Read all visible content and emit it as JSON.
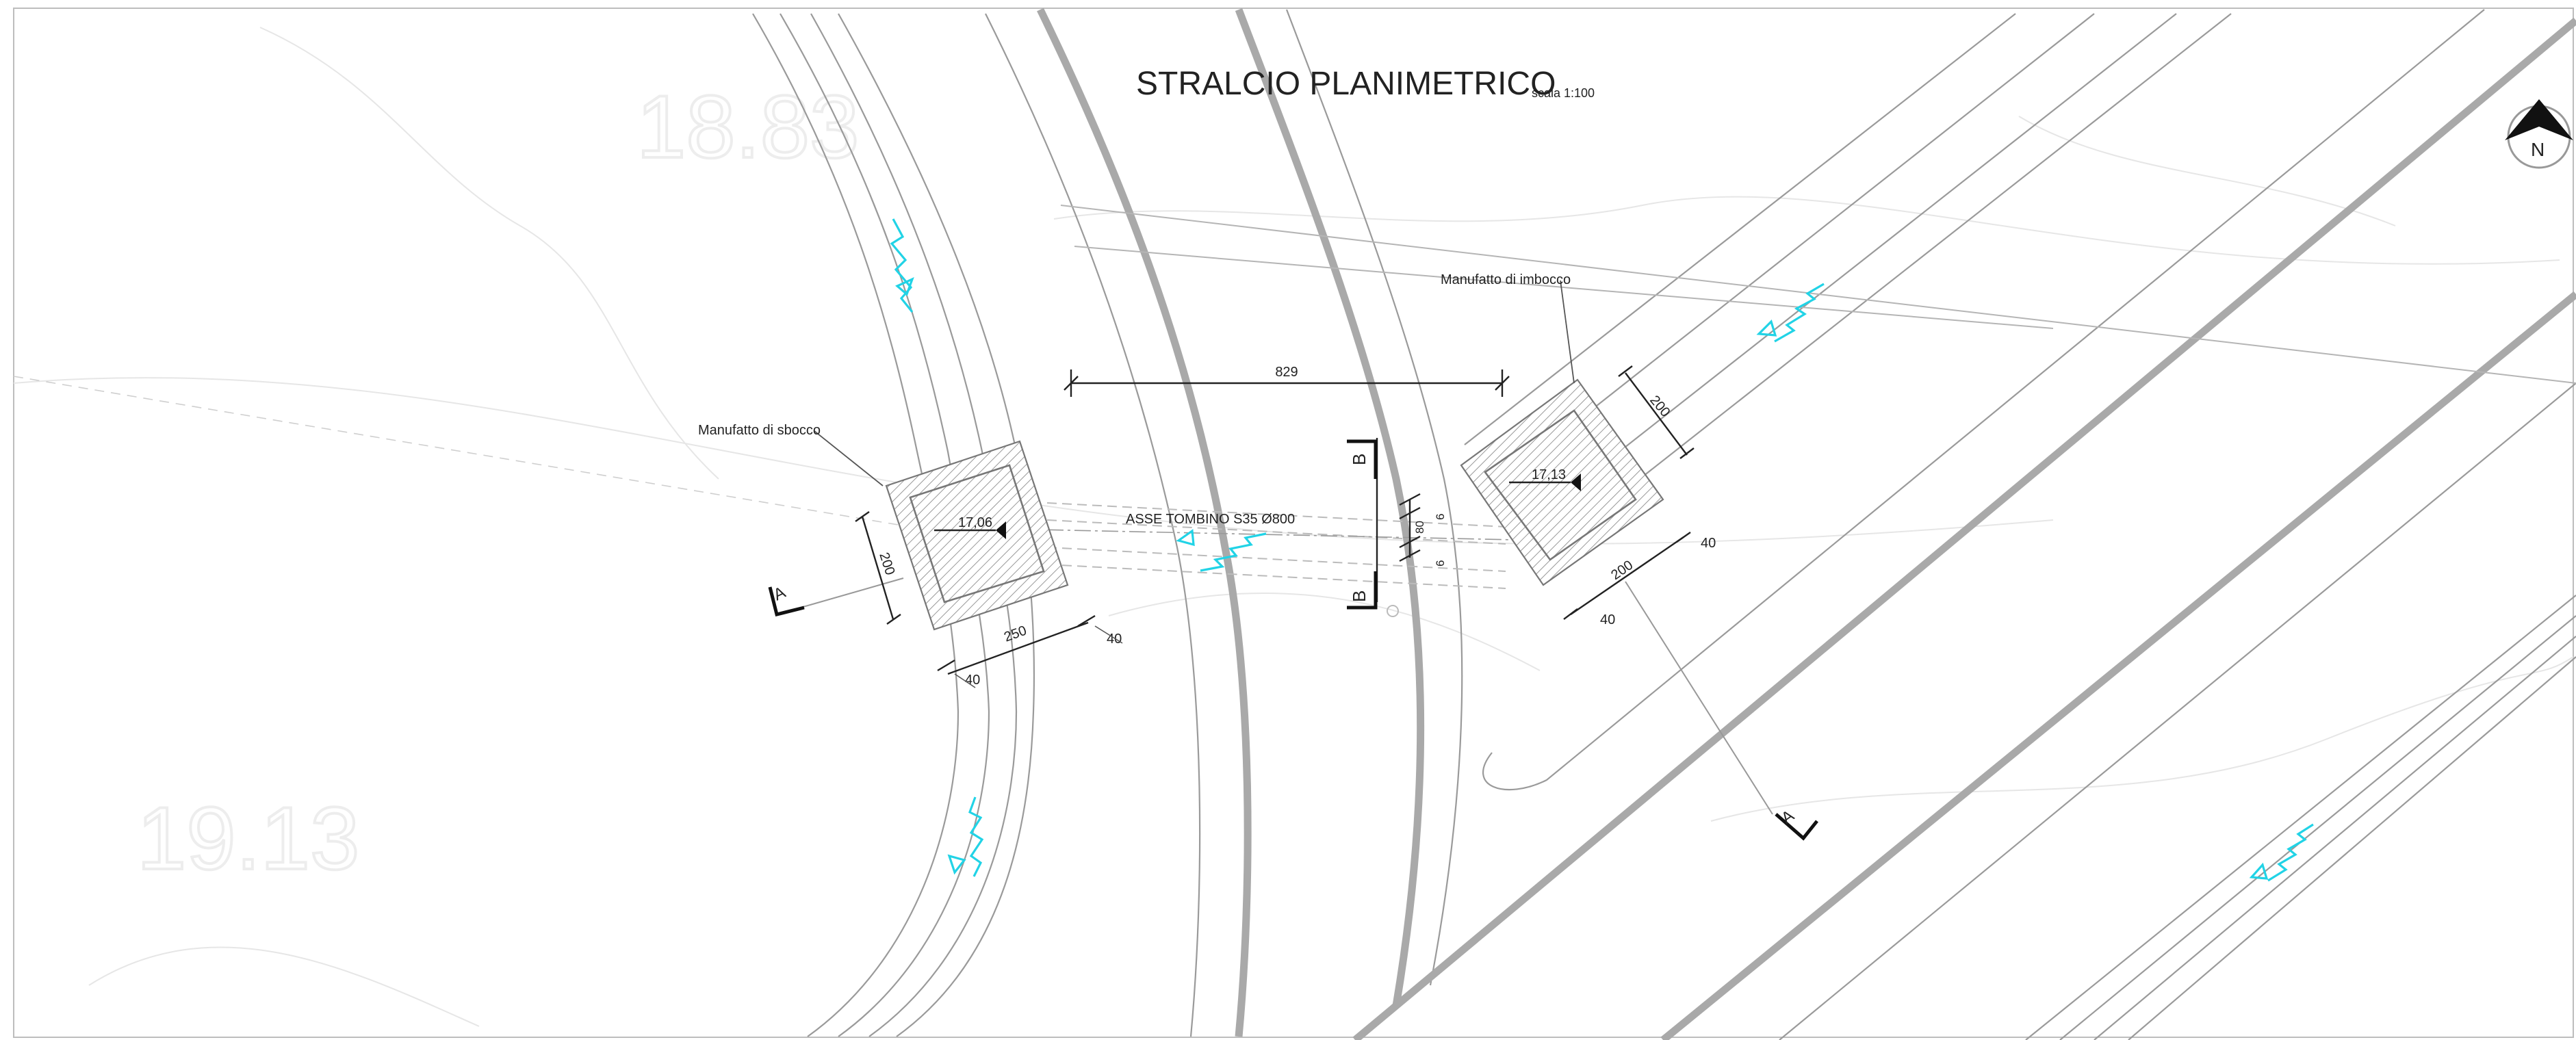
{
  "title": "STRALCIO PLANIMETRICO",
  "scale_label": "scala 1:100",
  "labels": {
    "outlet": "Manufatto di sbocco",
    "inlet": "Manufatto di imbocco",
    "culvert_axis": "ASSE TOMBINO S35 Ø800"
  },
  "elevations": {
    "outlet": "17,06",
    "inlet": "17,13"
  },
  "dimensions": {
    "length": "829",
    "outlet_side": "200",
    "outlet_width": "250",
    "outlet_wall_a": "40",
    "outlet_wall_b": "40",
    "inlet_side": "200",
    "inlet_width": "200",
    "inlet_wall_a": "40",
    "inlet_wall_b": "40",
    "pipe_dia": "80",
    "pipe_wall_top": "6",
    "pipe_wall_bottom": "6"
  },
  "sections": {
    "a1": "A",
    "a2": "A",
    "b1": "B",
    "b2": "B"
  },
  "north": "N",
  "ground_marks": [
    "18.83",
    "19.13"
  ]
}
